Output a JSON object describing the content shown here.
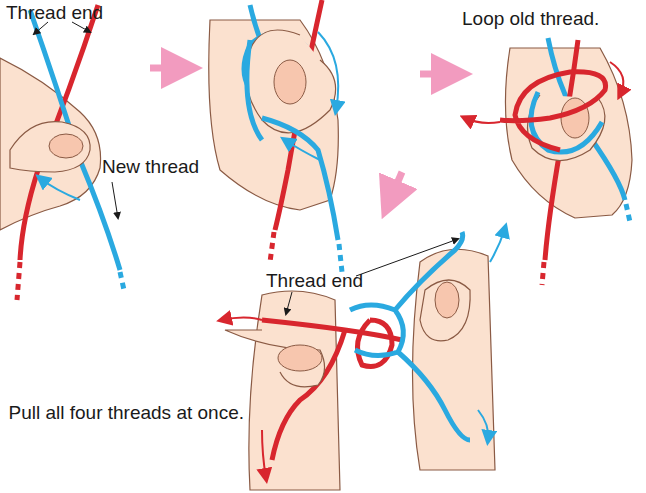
{
  "diagram": {
    "labels": [
      "Thread end",
      "New thread",
      "Loop old thread.",
      "Thread end",
      "Pull all four threads at once."
    ]
  }
}
